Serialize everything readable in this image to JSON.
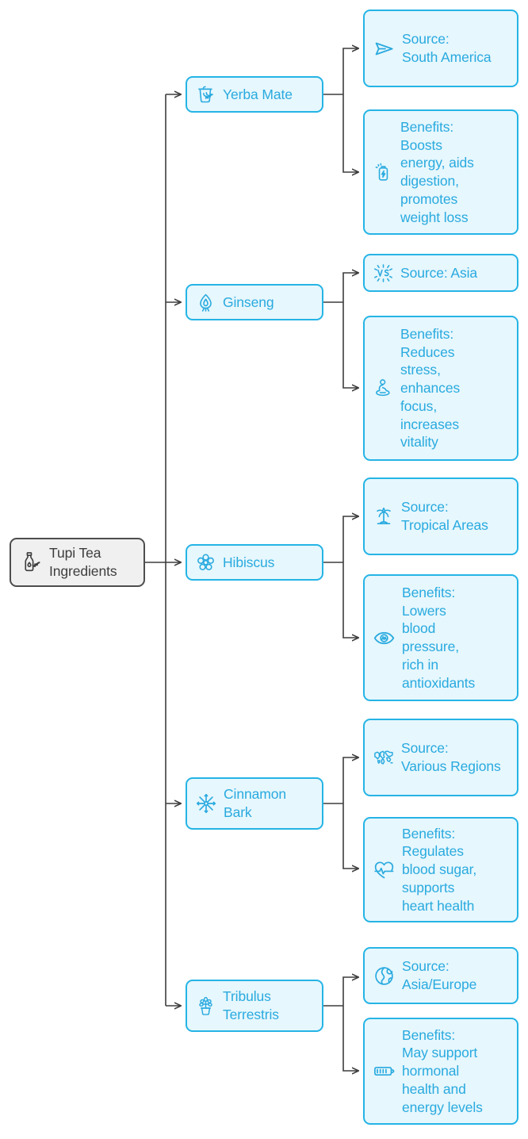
{
  "diagram": {
    "type": "mindmap",
    "title": "Tupi Tea Ingredients",
    "orientation": "left-to-right",
    "colors": {
      "node_fill": "#e6f7fd",
      "node_border": "#25b4e5",
      "node_text": "#29aadf",
      "root_fill": "#f0f0f0",
      "root_border": "#4d4d4d",
      "root_text": "#3d3d3d",
      "edge": "#3d3d3d",
      "background": "#ffffff"
    }
  },
  "root": {
    "label": "Tupi Tea\nIngredients",
    "icon": "bottle-leaf-icon"
  },
  "branches": [
    {
      "label": "Yerba Mate",
      "icon": "tea-cup-leaf-icon",
      "children": [
        {
          "label": "Source:\nSouth America",
          "icon": "paper-plane-icon"
        },
        {
          "label": "Benefits:\nBoosts\nenergy, aids\ndigestion,\npromotes\nweight loss",
          "icon": "battery-bolt-icon"
        }
      ]
    },
    {
      "label": "Ginseng",
      "icon": "ginseng-bulb-icon",
      "children": [
        {
          "label": "Source: Asia",
          "icon": "spark-vs-icon"
        },
        {
          "label": "Benefits:\nReduces\nstress,\nenhances\nfocus,\nincreases\nvitality",
          "icon": "meditation-person-icon"
        }
      ]
    },
    {
      "label": "Hibiscus",
      "icon": "flower-icon",
      "children": [
        {
          "label": "Source:\nTropical Areas",
          "icon": "palm-tree-icon"
        },
        {
          "label": "Benefits:\nLowers\nblood\npressure,\nrich in\nantioxidants",
          "icon": "eye-icon"
        }
      ]
    },
    {
      "label": "Cinnamon\nBark",
      "icon": "star-anise-icon",
      "children": [
        {
          "label": "Source:\nVarious Regions",
          "icon": "world-map-icon"
        },
        {
          "label": "Benefits:\nRegulates\nblood sugar,\nsupports\nheart health",
          "icon": "heart-pulse-icon"
        }
      ]
    },
    {
      "label": "Tribulus\nTerrestris",
      "icon": "potted-plant-icon",
      "children": [
        {
          "label": "Source:\nAsia/Europe",
          "icon": "globe-icon"
        },
        {
          "label": "Benefits:\nMay support\nhormonal\nhealth and\nenergy levels",
          "icon": "battery-horizontal-icon"
        }
      ]
    }
  ]
}
